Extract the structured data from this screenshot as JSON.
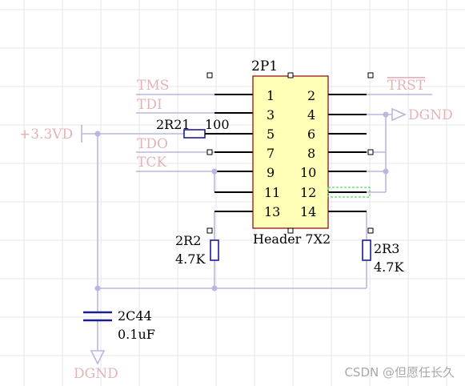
{
  "colors": {
    "grid": "#e9e5e6",
    "wire": "#b9b7de",
    "pin": "#000000",
    "body_fill": "#ffffb7",
    "body_stroke": "#8b0000",
    "label_faded": "#e3b3b8",
    "resistor": "#1c1c9a",
    "text": "#000000",
    "selection": "#33cc33"
  },
  "component": {
    "designator": "2P1",
    "footprint": "Header 7X2",
    "left_pins": [
      "1",
      "3",
      "5",
      "7",
      "9",
      "11",
      "13"
    ],
    "right_pins": [
      "2",
      "4",
      "6",
      "8",
      "10",
      "12",
      "14"
    ]
  },
  "nets": {
    "tms": "TMS",
    "tdi": "TDI",
    "tdo": "TDO",
    "tck": "TCK",
    "trst": "TRST",
    "dgnd_top": "DGND",
    "vcc": "+3.3VD",
    "dgnd_bottom": "DGND"
  },
  "parts": {
    "r21": {
      "name": "2R21",
      "value": "100"
    },
    "r2": {
      "name": "2R2",
      "value": "4.7K"
    },
    "r3": {
      "name": "2R3",
      "value": "4.7K"
    },
    "c44": {
      "name": "2C44",
      "value": "0.1uF"
    }
  },
  "watermark": "CSDN @但愿任长久"
}
